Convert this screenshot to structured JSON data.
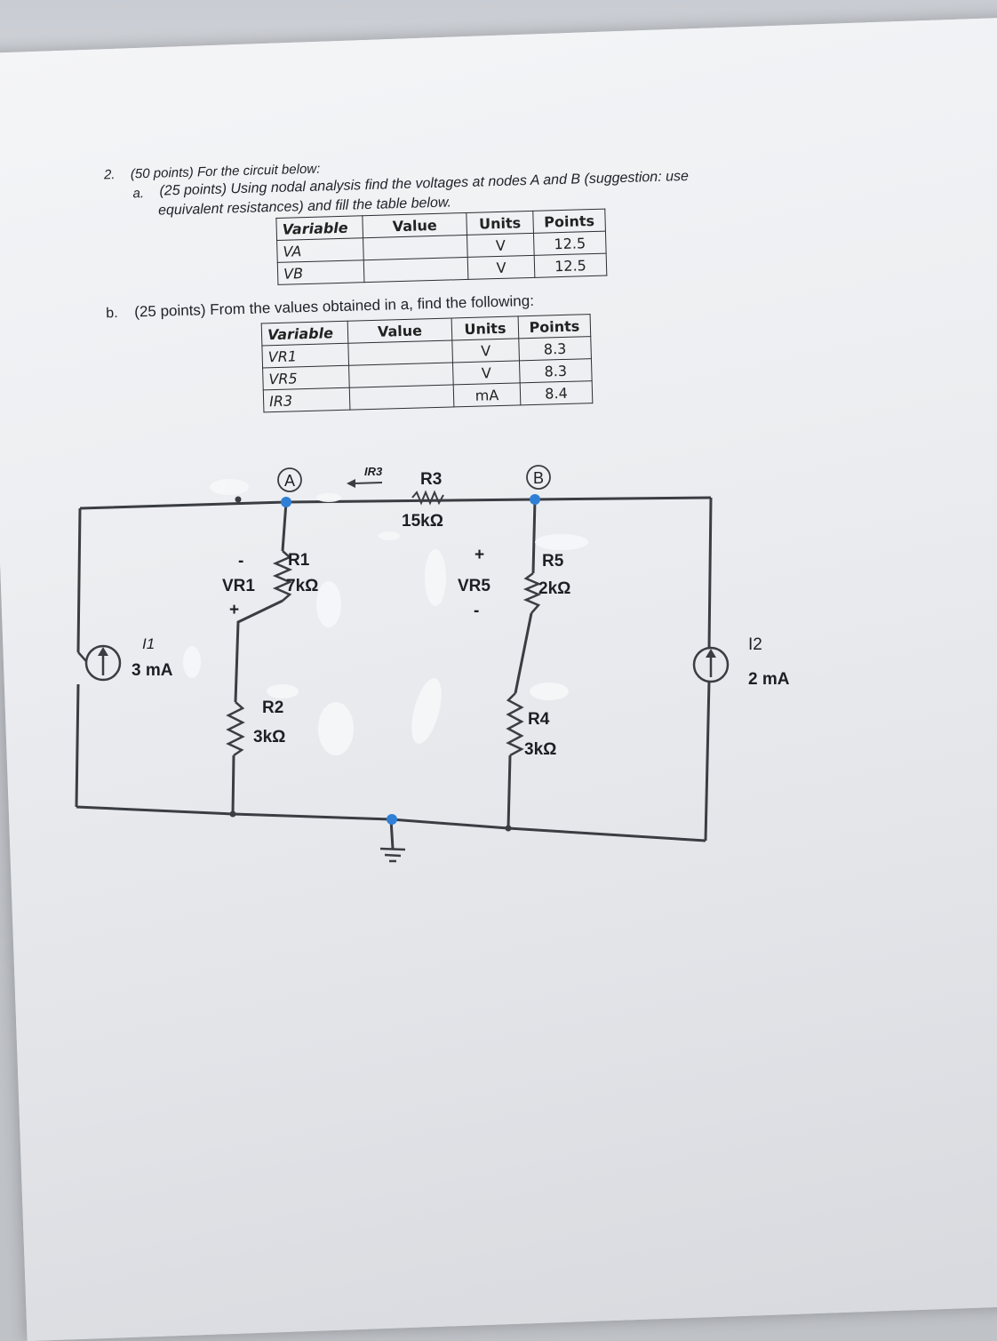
{
  "question": {
    "number": "2.",
    "header": "(50 points) For the circuit below:",
    "part_a": {
      "letter": "a.",
      "text_line1": "(25 points) Using nodal analysis find the voltages at nodes A and B (suggestion: use",
      "text_line2": "equivalent resistances) and fill the table below.",
      "table": {
        "headers": [
          "Variable",
          "Value",
          "Units",
          "Points"
        ],
        "rows": [
          {
            "variable": "VA",
            "value": "",
            "units": "V",
            "points": "12.5"
          },
          {
            "variable": "VB",
            "value": "",
            "units": "V",
            "points": "12.5"
          }
        ]
      }
    },
    "part_b": {
      "letter": "b.",
      "text": "(25 points) From the values obtained in a, find the following:",
      "table": {
        "headers": [
          "Variable",
          "Value",
          "Units",
          "Points"
        ],
        "rows": [
          {
            "variable": "VR1",
            "value": "",
            "units": "V",
            "points": "8.3"
          },
          {
            "variable": "VR5",
            "value": "",
            "units": "V",
            "points": "8.3"
          },
          {
            "variable": "IR3",
            "value": "",
            "units": "mA",
            "points": "8.4"
          }
        ]
      }
    }
  },
  "circuit": {
    "node_a": "A",
    "node_b": "B",
    "current_label": "IR3",
    "r1_name": "R1",
    "r1_value": "7kΩ",
    "r2_name": "R2",
    "r2_value": "3kΩ",
    "r3_name": "R3",
    "r3_value": "15kΩ",
    "r4_name": "R4",
    "r4_value": "3kΩ",
    "r5_name": "R5",
    "r5_value": "2kΩ",
    "vr1_label": "VR1",
    "vr1_minus": "-",
    "vr1_plus": "+",
    "vr5_label": "VR5",
    "vr5_plus": "+",
    "vr5_minus": "-",
    "i1_name": "I1",
    "i1_value": "3 mA",
    "i2_name": "I2",
    "i2_value": "2 mA",
    "node_color": "#2f7fd6",
    "wire_color": "#3a3d42"
  }
}
